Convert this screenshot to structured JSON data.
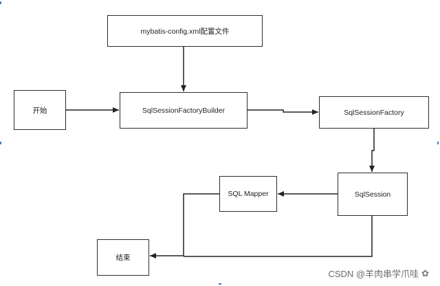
{
  "diagram": {
    "nodes": {
      "config": "mybatis-config.xml配置文件",
      "start": "开始",
      "builder": "SqlSessionFactoryBuilder",
      "factory": "SqlSessionFactory",
      "session": "SqlSession",
      "mapper": "SQL Mapper",
      "end": "结束"
    },
    "edges": [
      {
        "from": "config",
        "to": "builder"
      },
      {
        "from": "start",
        "to": "builder"
      },
      {
        "from": "builder",
        "to": "factory"
      },
      {
        "from": "factory",
        "to": "session"
      },
      {
        "from": "session",
        "to": "mapper"
      },
      {
        "from": "mapper",
        "to": "end"
      },
      {
        "from": "session",
        "to": "end"
      }
    ]
  },
  "watermark": {
    "text": "CSDN @羊肉串学爪哇",
    "icon": "flower-icon"
  }
}
